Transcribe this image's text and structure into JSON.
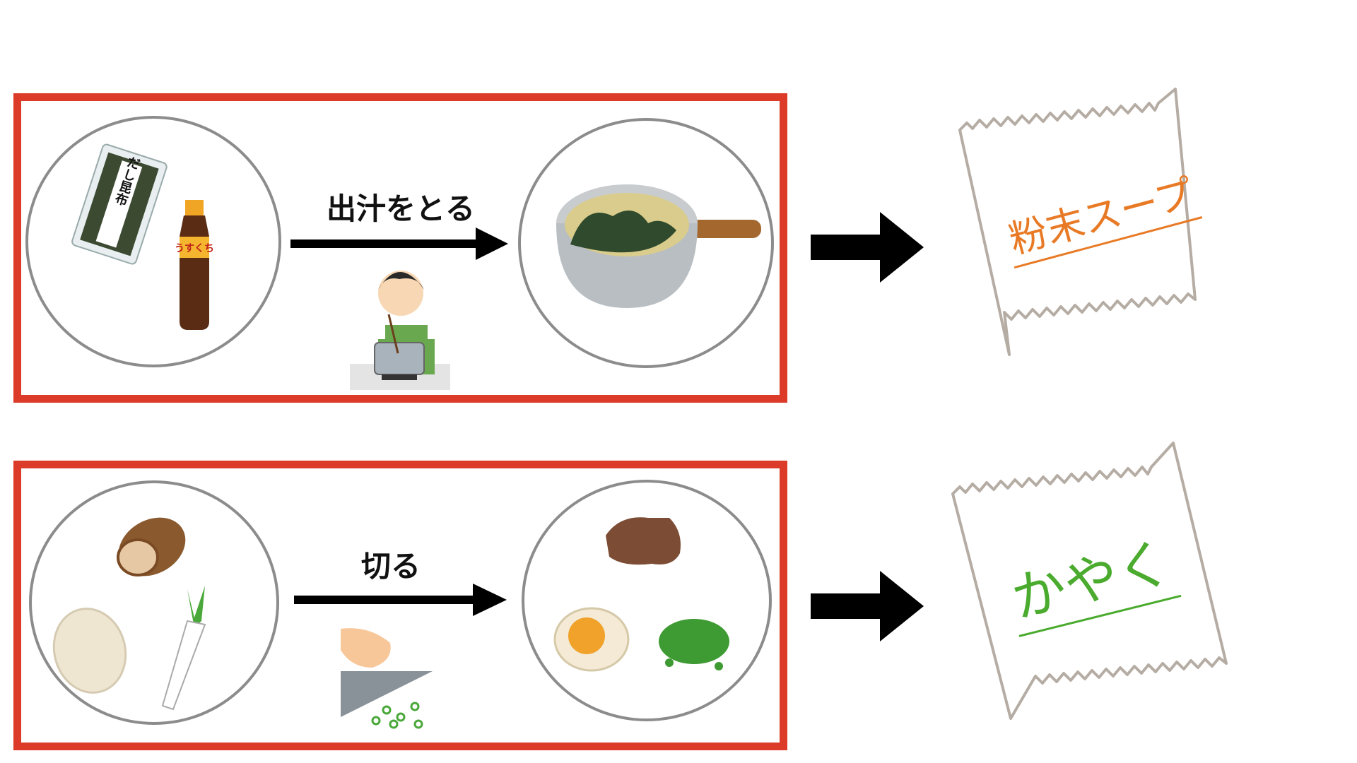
{
  "steps": [
    {
      "action_label": "出汁をとる",
      "ingredients_label_kelp": "だし昆布",
      "ingredients_label_soy": "うすくち",
      "result_packet_label": "粉末スープ",
      "result_color": "#e87a26"
    },
    {
      "action_label": "切る",
      "result_packet_label": "かやく",
      "result_color": "#4aab2e"
    }
  ],
  "colors": {
    "frame": "#db3b28",
    "circle": "#8c8c8c",
    "arrow": "#000000",
    "packet_edge": "#b5aca4"
  }
}
